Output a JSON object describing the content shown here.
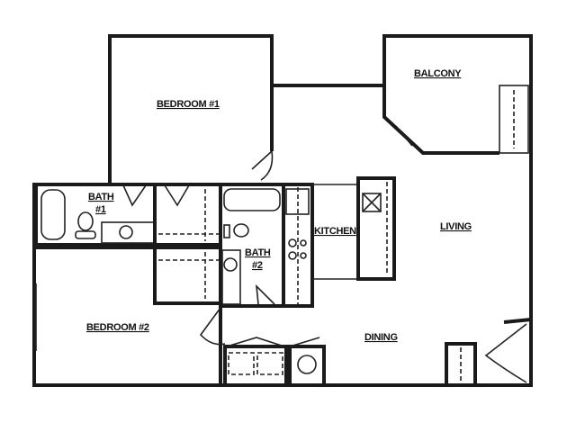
{
  "floorplan": {
    "rooms": {
      "bedroom1": "BEDROOM #1",
      "balcony": "BALCONY",
      "bath1_line1": "BATH",
      "bath1_line2": "#1",
      "kitchen": "KITCHEN",
      "living": "LIVING",
      "bath2_line1": "BATH",
      "bath2_line2": "#2",
      "bedroom2": "BEDROOM #2",
      "dining": "DINING"
    },
    "colors": {
      "ink": "#1a1a1a",
      "paper": "#ffffff"
    }
  }
}
